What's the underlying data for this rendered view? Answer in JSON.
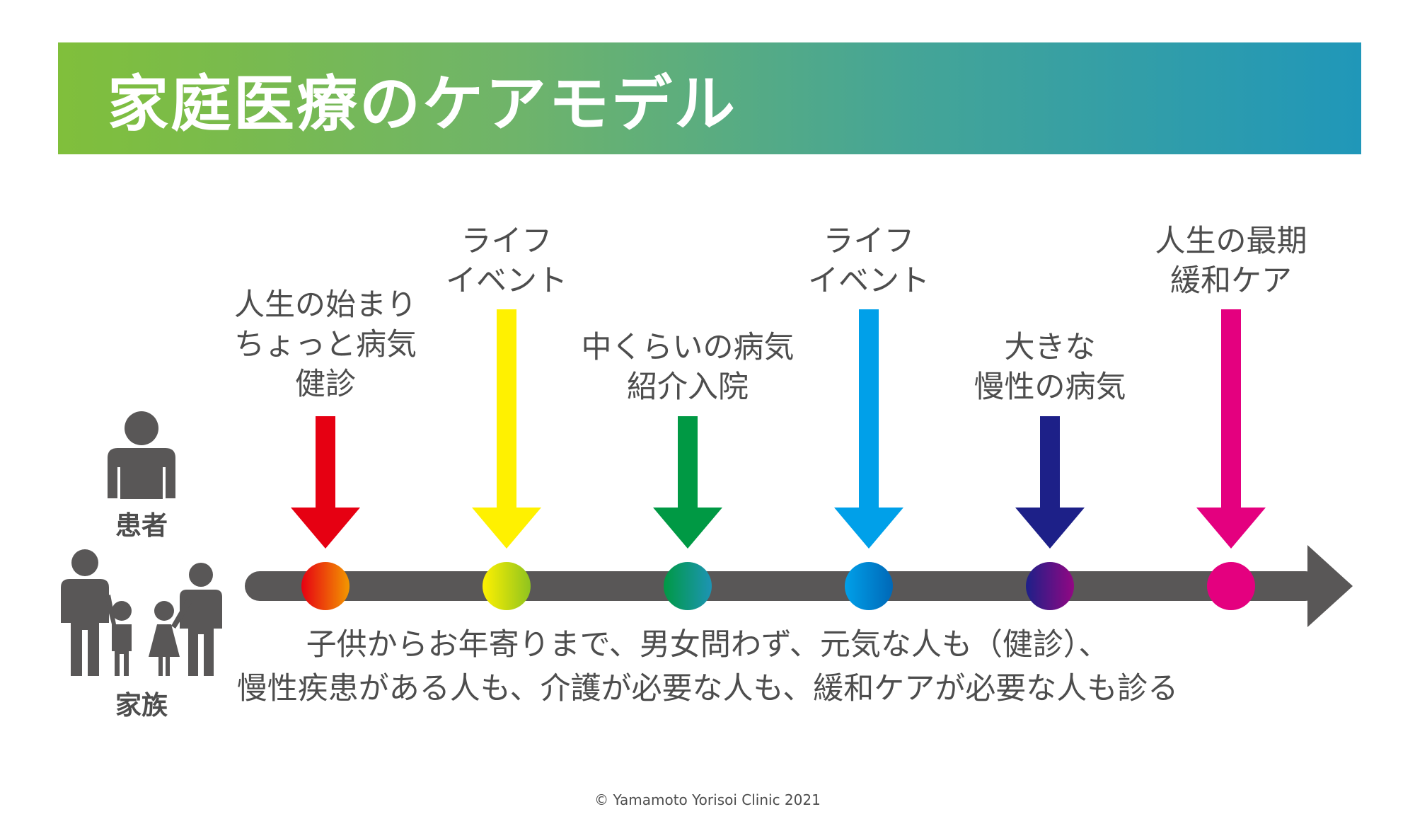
{
  "header": {
    "title": "家庭医療のケアモデル"
  },
  "groups": {
    "patient": "患者",
    "family": "家族"
  },
  "events": [
    {
      "lines": [
        "人生の始まり",
        "ちょっと病気",
        "健診"
      ],
      "color": "#e60012",
      "dot_colors": [
        "#e60012",
        "#f39800"
      ]
    },
    {
      "lines": [
        "ライフ",
        "イベント"
      ],
      "color": "#fff100",
      "dot_colors": [
        "#fff100",
        "#8fc31f"
      ]
    },
    {
      "lines": [
        "中くらいの病気",
        "紹介入院"
      ],
      "color": "#009944",
      "dot_colors": [
        "#009944",
        "#1d94b4"
      ]
    },
    {
      "lines": [
        "ライフ",
        "イベント"
      ],
      "color": "#00a0e9",
      "dot_colors": [
        "#00a0e9",
        "#0068b7"
      ]
    },
    {
      "lines": [
        "大きな",
        "慢性の病気"
      ],
      "color": "#1d2088",
      "dot_colors": [
        "#1d2088",
        "#920783"
      ]
    },
    {
      "lines": [
        "人生の最期",
        "緩和ケア"
      ],
      "color": "#e4007f",
      "dot_colors": [
        "#e4007f",
        "#e4007f"
      ]
    }
  ],
  "description": {
    "line1": "子供からお年寄りまで、男女問わず、元気な人も（健診）、",
    "line2": "慢性疾患がある人も、介護が必要な人も、緩和ケアが必要な人も診る"
  },
  "copyright": "© Yamamoto Yorisoi Clinic 2021",
  "colors": {
    "timeline": "#595757",
    "text": "#4d4d4d",
    "banner_start": "#80bf3b",
    "banner_end": "#2097b9"
  },
  "icons": {
    "patient": "person-icon",
    "family": "family-icon"
  }
}
